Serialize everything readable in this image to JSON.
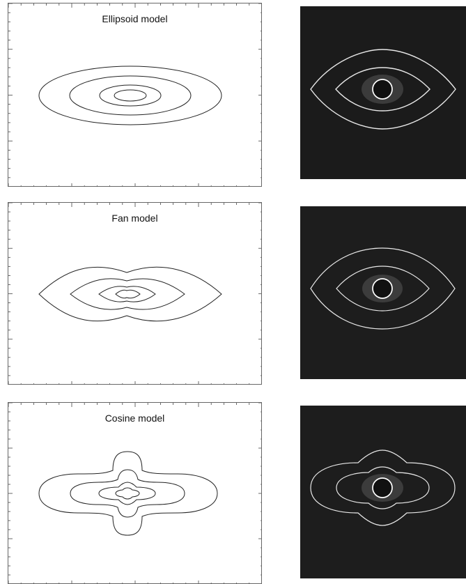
{
  "figure": {
    "rows": [
      {
        "title": "Ellipsoid model",
        "model": "ellipsoid"
      },
      {
        "title": "Fan model",
        "model": "fan"
      },
      {
        "title": "Cosine model",
        "model": "cosine"
      }
    ]
  },
  "colors": {
    "contour": "#222222",
    "image_background": "#1b1b1b",
    "image_contour": "#e8e8e8"
  }
}
